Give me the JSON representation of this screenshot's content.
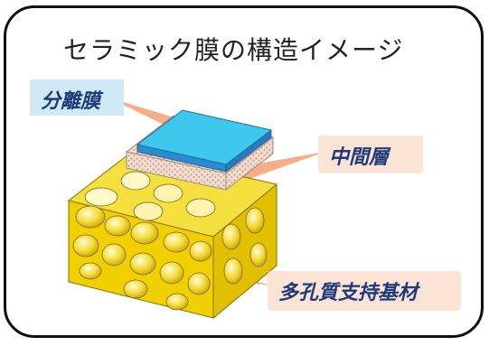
{
  "title": "セラミック膜の構造イメージ",
  "labels": {
    "separation_membrane": "分離膜",
    "intermediate_layer": "中間層",
    "porous_support": "多孔質支持基材"
  },
  "colors": {
    "membrane_top": "#3ec8ee",
    "membrane_side": "#2a8bd0",
    "intermediate": "#e8cfc0",
    "support": "#f0d000",
    "callout_orange": "#fbe4d6",
    "callout_blue": "#cfeaf6",
    "pointer": "#f4a070",
    "label_text": "#1f3a7a"
  }
}
